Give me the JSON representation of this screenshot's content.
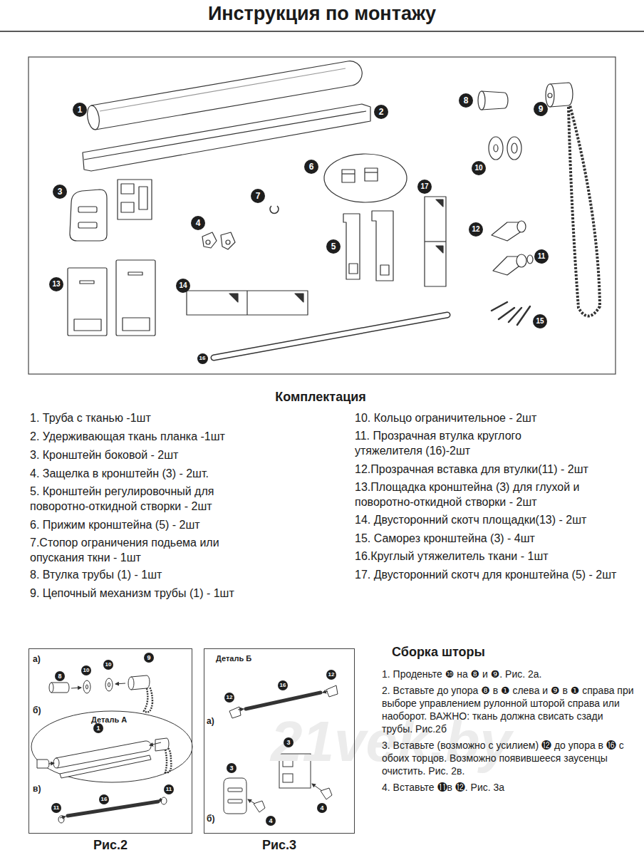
{
  "diagram": {
    "title": "Инструкция по монтажу",
    "nodes": [
      {
        "text": [
          "Рис.2"
        ]
      },
      {
        "text": [
          "Рис.3"
        ]
      }
    ],
    "labels": [
      "Комплектация",
      "1. Труба с тканью -1шт",
      "2. Удерживающая ткань планка -1шт",
      "3. Кронштейн боковой - 2шт",
      "4. Защелка в кронштейн (3) - 2шт.",
      "5. Кронштейн регулировочный для поворотно-откидной створки - 2шт",
      "6. Прижим кронштейна (5) - 2шт",
      "7.Стопор ограничения подьема или опускания ткни - 1шт",
      "8. Втулка трубы (1) - 1шт",
      "9. Цепочный механизм трубы (1) - 1шт",
      "10. Кольцо ограничительное - 2шт",
      "11. Прозрачная втулка круглого утяжелителя (16)-2шт",
      "12.Прозрачная вставка для втулки(11) - 2шт",
      "13.Площадка кронштейна (3) для глухой и поворотно-откидной створки - 2шт",
      "14. Двусторонний скотч площадки(13) - 2шт",
      "15. Саморез кронштейна (3) - 4шт",
      "16.Круглый утяжелитель ткани - 1шт",
      "17. Двусторонний скотч для кронштейна (5) - 2шт",
      "Сборка шторы",
      "1. Проденьте ❿ на ❽ и ❾. Рис. 2а.",
      "2. Вставьте до упора ❽ в ❶ слева и ❾ в ❶ справа при выборе управлением рулонной шторой справа или наоборот. ВАЖНО: ткань должна свисать сзади трубы. Рис.2б",
      "3. Вставьте (возможно с усилием) ⓬ до упора в ⓰ с обоих торцов. Возможно появившееся заусенцы очистить. Рис. 2в.",
      "4. Вставьте ⓫в ⓬. Рис. 3а",
      "1",
      "2",
      "3",
      "4",
      "5",
      "6",
      "7",
      "8",
      "9",
      "10",
      "11",
      "12",
      "13",
      "14",
      "15",
      "16",
      "17",
      "а)",
      "б)",
      "в)",
      "Деталь А",
      "9",
      "8",
      "10",
      "10",
      "1",
      "16",
      "11",
      "11",
      "Деталь Б",
      "а)",
      "б)",
      "12",
      "16",
      "12",
      "3",
      "3",
      "4",
      "4",
      "21vek.by"
    ]
  }
}
